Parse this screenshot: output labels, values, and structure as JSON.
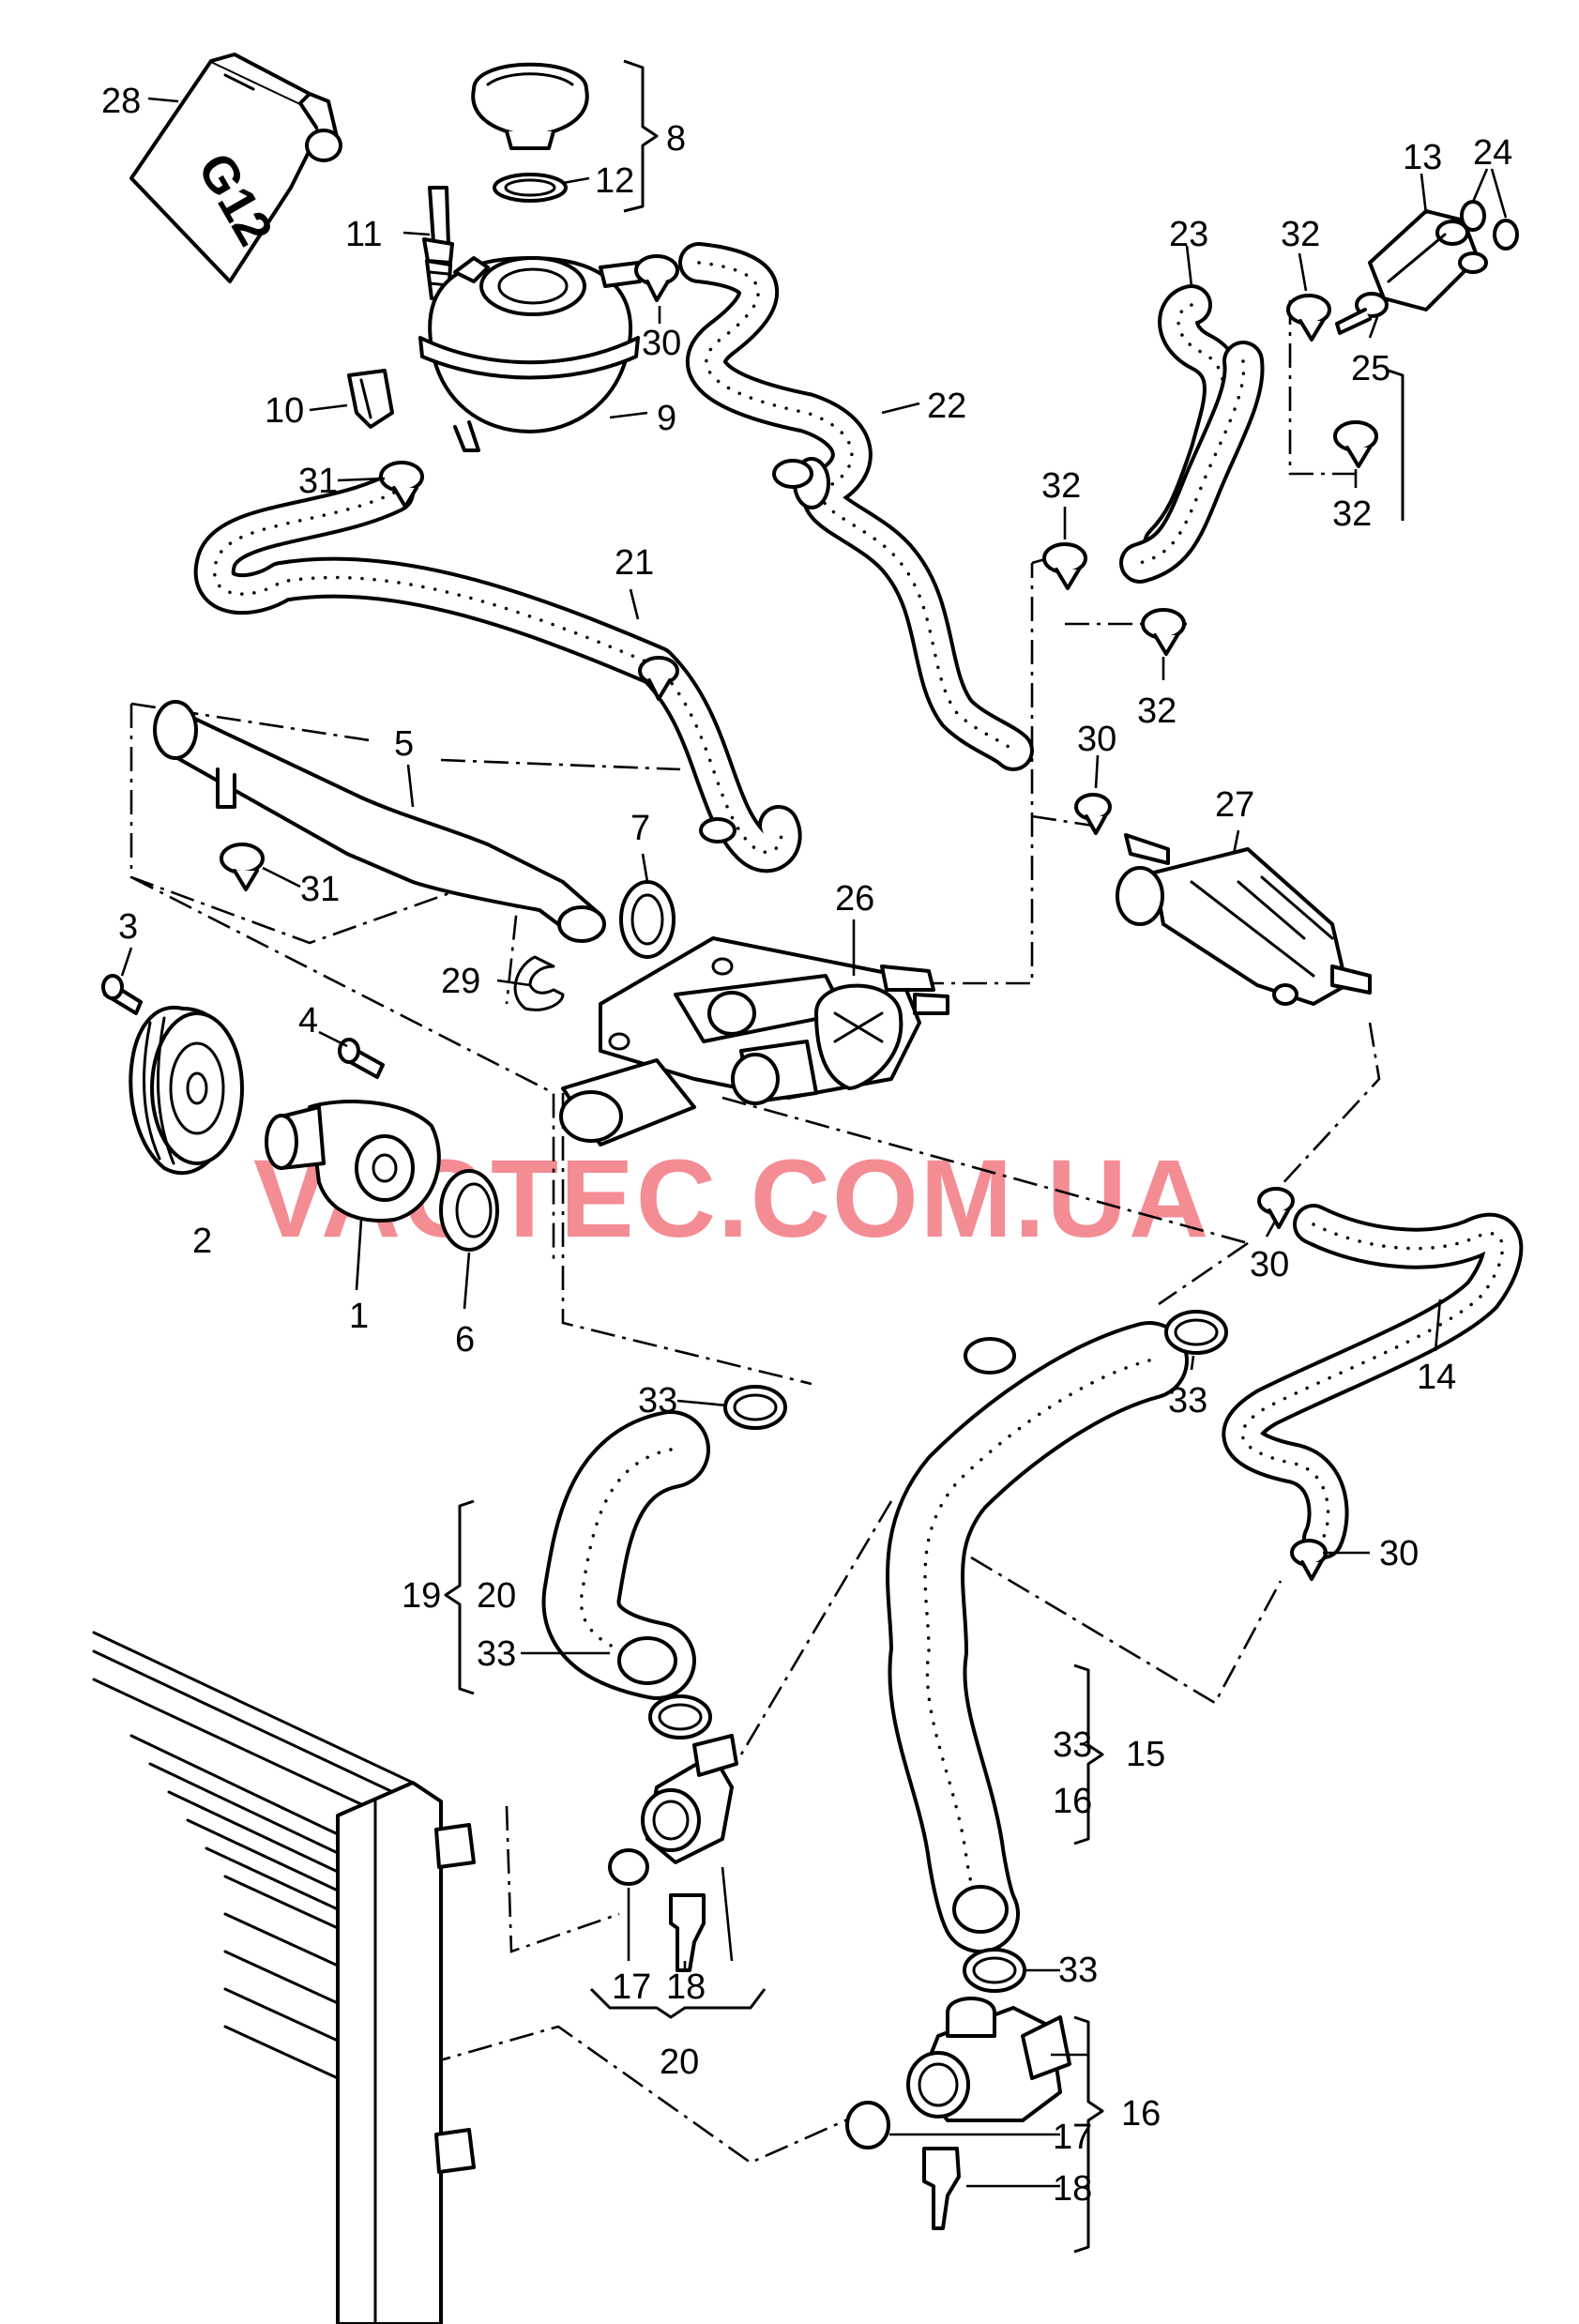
{
  "watermark": "VAGTEC.COM.UA",
  "canister_text": "G12",
  "labels": {
    "p1": "1",
    "p2": "2",
    "p3": "3",
    "p4": "4",
    "p5": "5",
    "p6": "6",
    "p7": "7",
    "p8": "8",
    "p9": "9",
    "p10": "10",
    "p11": "11",
    "p12": "12",
    "p13": "13",
    "p14": "14",
    "p15": "15",
    "p16a": "16",
    "p16b": "16",
    "p17a": "17",
    "p17b": "17",
    "p18a": "18",
    "p18b": "18",
    "p19": "19",
    "p20a": "20",
    "p20b": "20",
    "p21": "21",
    "p22": "22",
    "p23": "23",
    "p24": "24",
    "p25": "25",
    "p26": "26",
    "p27": "27",
    "p28": "28",
    "p29": "29",
    "p30a": "30",
    "p30b": "30",
    "p30c": "30",
    "p30d": "30",
    "p31a": "31",
    "p31b": "31",
    "p32a": "32",
    "p32b": "32",
    "p32c": "32",
    "p32d": "32",
    "p33a": "33",
    "p33b": "33",
    "p33c": "33",
    "p33d": "33",
    "p33e": "33"
  }
}
